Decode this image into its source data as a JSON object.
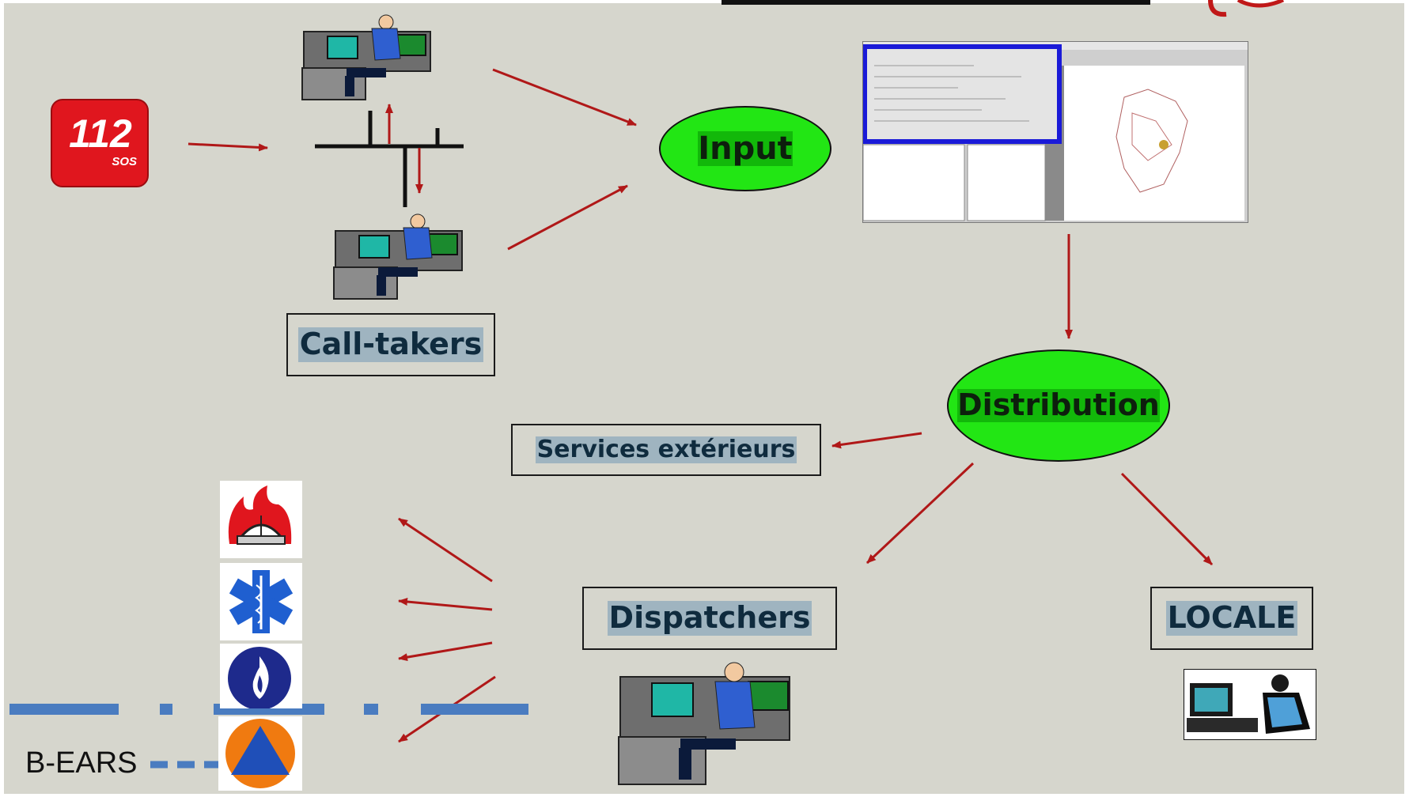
{
  "diagram": {
    "logo_112": {
      "number": "112",
      "subtext": "SOS"
    },
    "call_takers_label": "Call-takers",
    "input_label": "Input",
    "distribution_label": "Distribution",
    "services_exterieurs_label": "Services extérieurs",
    "dispatchers_label": "Dispatchers",
    "locale_label": "LOCALE",
    "bears_label": "B-EARS",
    "service_icons": [
      "fire-brigade-icon",
      "star-of-life-icon",
      "police-icon",
      "civil-protection-icon"
    ],
    "colors": {
      "background": "#d6d6cd",
      "ellipse_fill": "#22e614",
      "arrow": "#b01818",
      "label_highlight": "#9fb4c0",
      "dashed_line": "#4a7cc0",
      "logo_red": "#e0161e",
      "screen_blue": "#1a1ad8"
    }
  }
}
